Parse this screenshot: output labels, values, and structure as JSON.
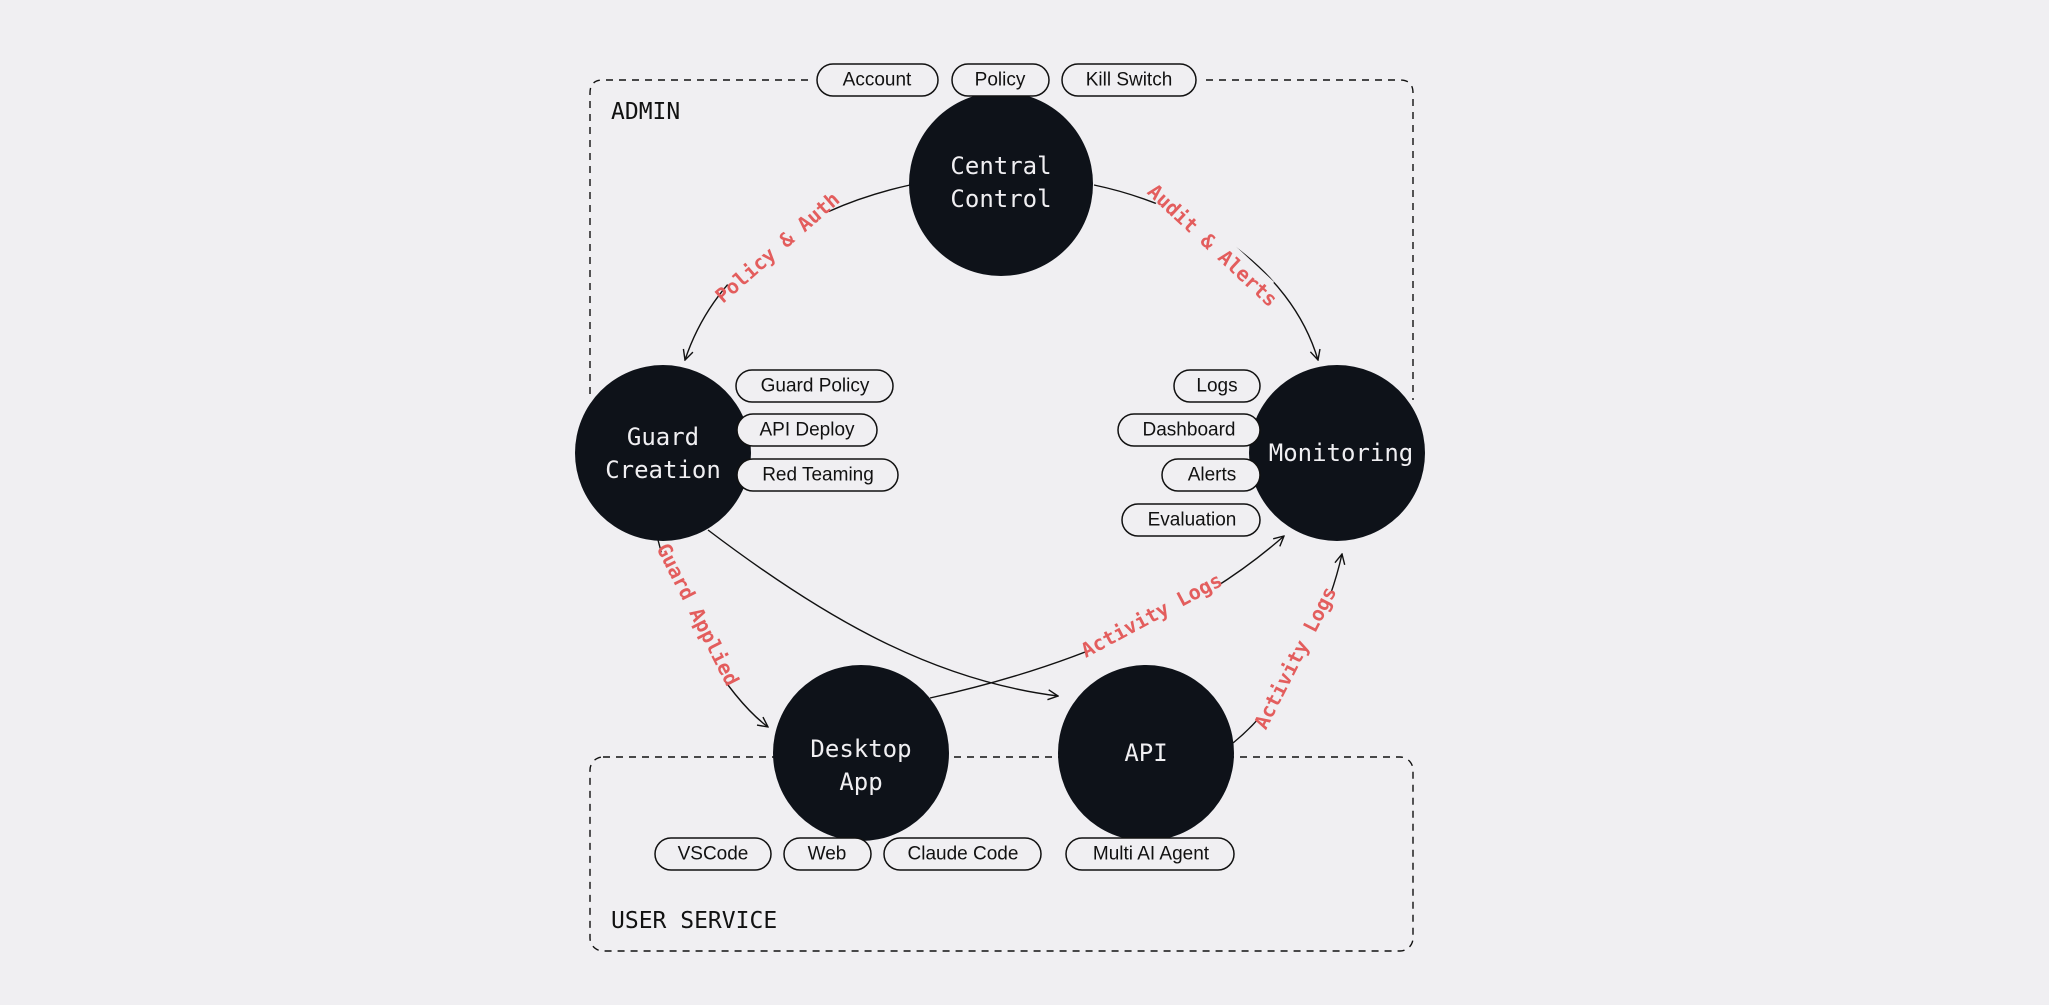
{
  "regions": {
    "admin": "ADMIN",
    "user_service": "USER SERVICE"
  },
  "nodes": {
    "central_control": [
      "Central",
      "Control"
    ],
    "guard_creation": [
      "Guard",
      "Creation"
    ],
    "monitoring": [
      "Monitoring"
    ],
    "desktop_app": [
      "Desktop",
      "App"
    ],
    "api": [
      "API"
    ]
  },
  "pills": {
    "admin_top": [
      "Account",
      "Policy",
      "Kill Switch"
    ],
    "guard": [
      "Guard Policy",
      "API Deploy",
      "Red Teaming"
    ],
    "monitoring": [
      "Logs",
      "Dashboard",
      "Alerts",
      "Evaluation"
    ],
    "desktop": [
      "VSCode",
      "Web",
      "Claude Code"
    ],
    "api": [
      "Multi AI Agent"
    ]
  },
  "edges": {
    "policy_auth": "Policy & Auth",
    "audit_alerts": "Audit & Alerts",
    "guard_applied": "Guard Applied",
    "activity_logs_desktop": "Activity Logs",
    "activity_logs_api": "Activity Logs"
  },
  "colors": {
    "background": "#f0eff2",
    "node_fill": "#0e1219",
    "accent": "#e35d5d"
  }
}
